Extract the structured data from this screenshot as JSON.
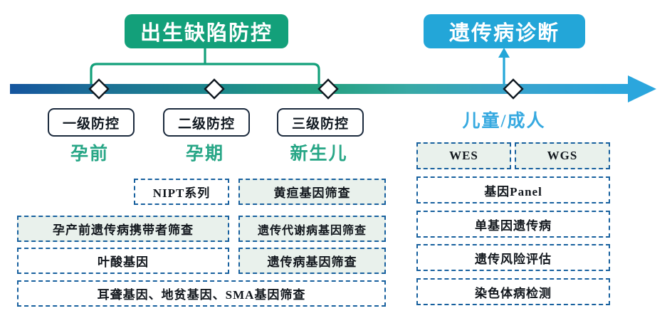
{
  "headers": {
    "green": {
      "label": "出生缺陷防控",
      "color": "#13a07a"
    },
    "blue": {
      "label": "遗传病诊断",
      "color": "#23a6d8"
    }
  },
  "timeline": {
    "gradient_start": "#15559e",
    "gradient_mid": "#24a07f",
    "gradient_end": "#3aaae0",
    "marker_count": 4,
    "arrow_color": "#2ba6dd"
  },
  "stages": [
    {
      "box": "一级防控",
      "sub": "孕前"
    },
    {
      "box": "二级防控",
      "sub": "孕期"
    },
    {
      "box": "三级防控",
      "sub": "新生儿"
    }
  ],
  "adult_stage": {
    "sub": "儿童/成人"
  },
  "columns": {
    "pre_pregnancy": [
      {
        "label": "孕产前遗传病携带者筛查",
        "tinted": true
      },
      {
        "label": "叶酸基因",
        "tinted": false
      }
    ],
    "pregnancy": [
      {
        "label": "NIPT系列",
        "tinted": false
      }
    ],
    "newborn": [
      {
        "label": "黄疸基因筛查",
        "tinted": true
      },
      {
        "label": "遗传代谢病基因筛查",
        "tinted": true
      },
      {
        "label": "遗传病基因筛查",
        "tinted": true
      }
    ],
    "wide_bottom": {
      "label": "耳聋基因、地贫基因、SMA基因筛查",
      "tinted": false
    },
    "adult_pair": [
      {
        "label": "WES",
        "tinted": true
      },
      {
        "label": "WGS",
        "tinted": true
      }
    ],
    "adult": [
      {
        "label": "基因Panel",
        "tinted": false
      },
      {
        "label": "单基因遗传病",
        "tinted": false
      },
      {
        "label": "遗传风险评估",
        "tinted": false
      },
      {
        "label": "染色体病检测",
        "tinted": false
      }
    ]
  }
}
